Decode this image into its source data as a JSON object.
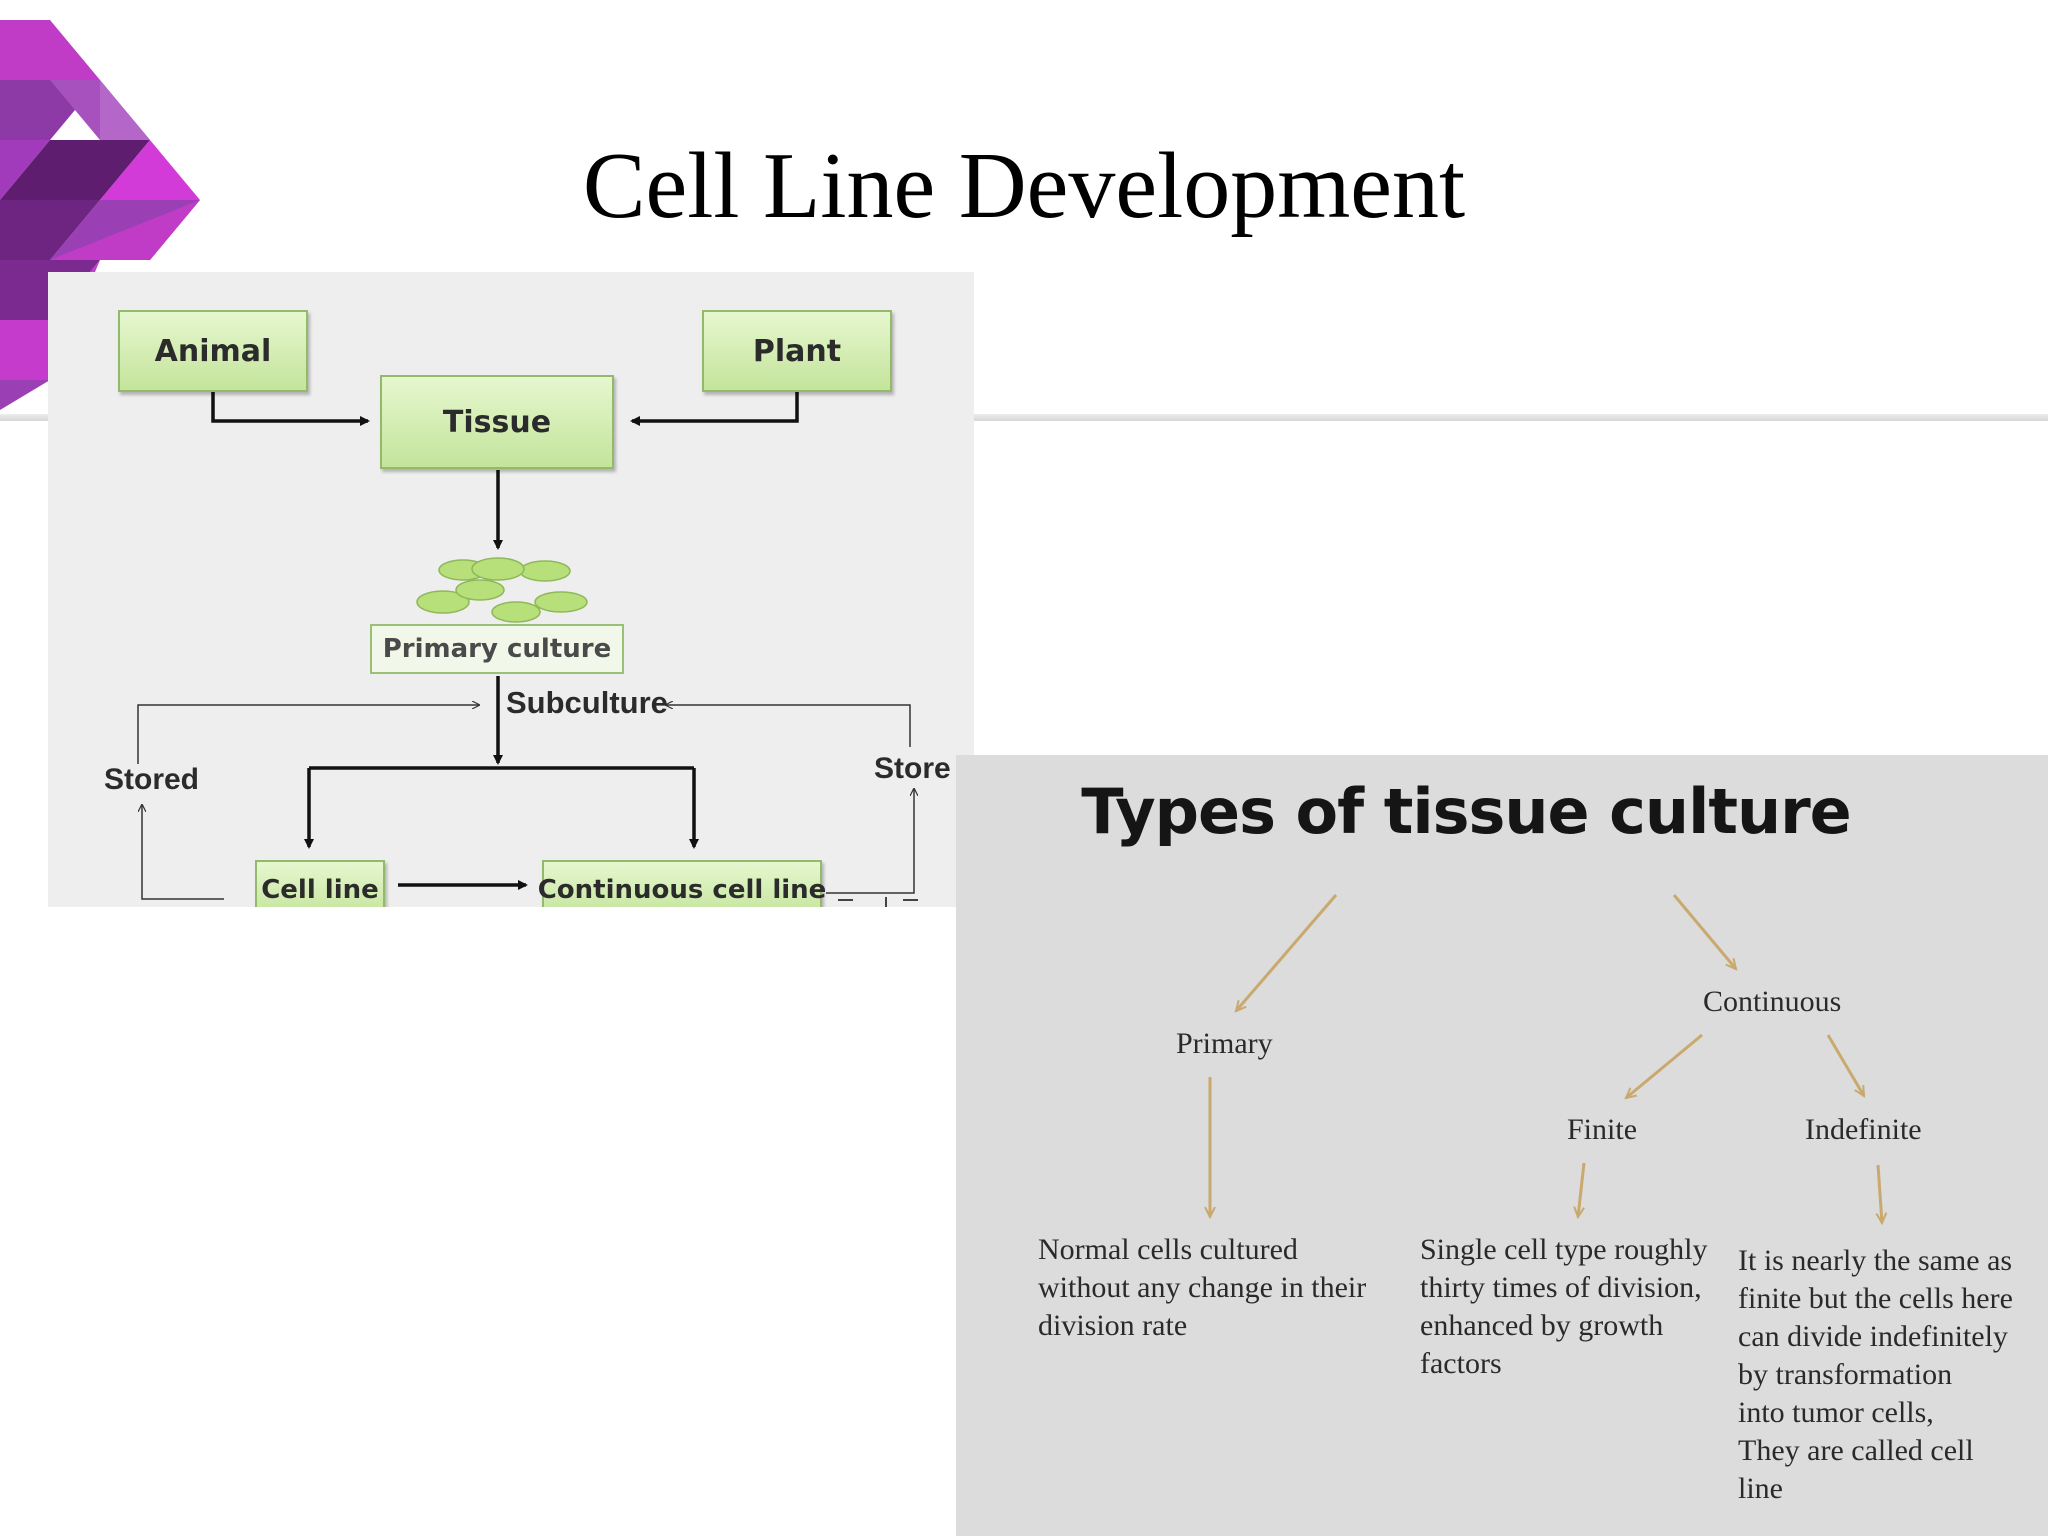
{
  "slide": {
    "title": "Cell Line Development"
  },
  "flowchart": {
    "nodes": {
      "animal": "Animal",
      "plant": "Plant",
      "tissue": "Tissue",
      "primary_culture": "Primary culture",
      "cell_line": "Cell line",
      "continuous_cell_line": "Continuous cell line"
    },
    "labels": {
      "subculture": "Subculture",
      "stored": "Stored",
      "store": "Store"
    },
    "colors": {
      "box_fill": "#c4e49b",
      "box_border": "#93b96b",
      "cell_fill": "#b8e07a",
      "arrow": "#111111"
    }
  },
  "types_of_tissue_culture": {
    "title": "Types of tissue culture",
    "branches": {
      "primary": "Primary",
      "continuous": "Continuous",
      "finite": "Finite",
      "indefinite": "Indefinite"
    },
    "descriptions": {
      "primary": [
        "Normal cells cultured",
        "without any change in their",
        "division rate"
      ],
      "finite": [
        "Single cell type roughly",
        "thirty times of division,",
        "enhanced by growth",
        "factors"
      ],
      "indefinite": [
        "It is nearly the same as",
        "finite but the cells here",
        "can divide indefinitely",
        "by transformation",
        "into tumor cells,",
        "They are called cell",
        "line"
      ]
    },
    "colors": {
      "background": "#dcdcdc",
      "arrow": "#c9a96e"
    }
  },
  "theme": {
    "accent_purple": "#9b3fb5",
    "accent_magenta": "#d23bd8",
    "accent_dark": "#5e1d6e"
  }
}
